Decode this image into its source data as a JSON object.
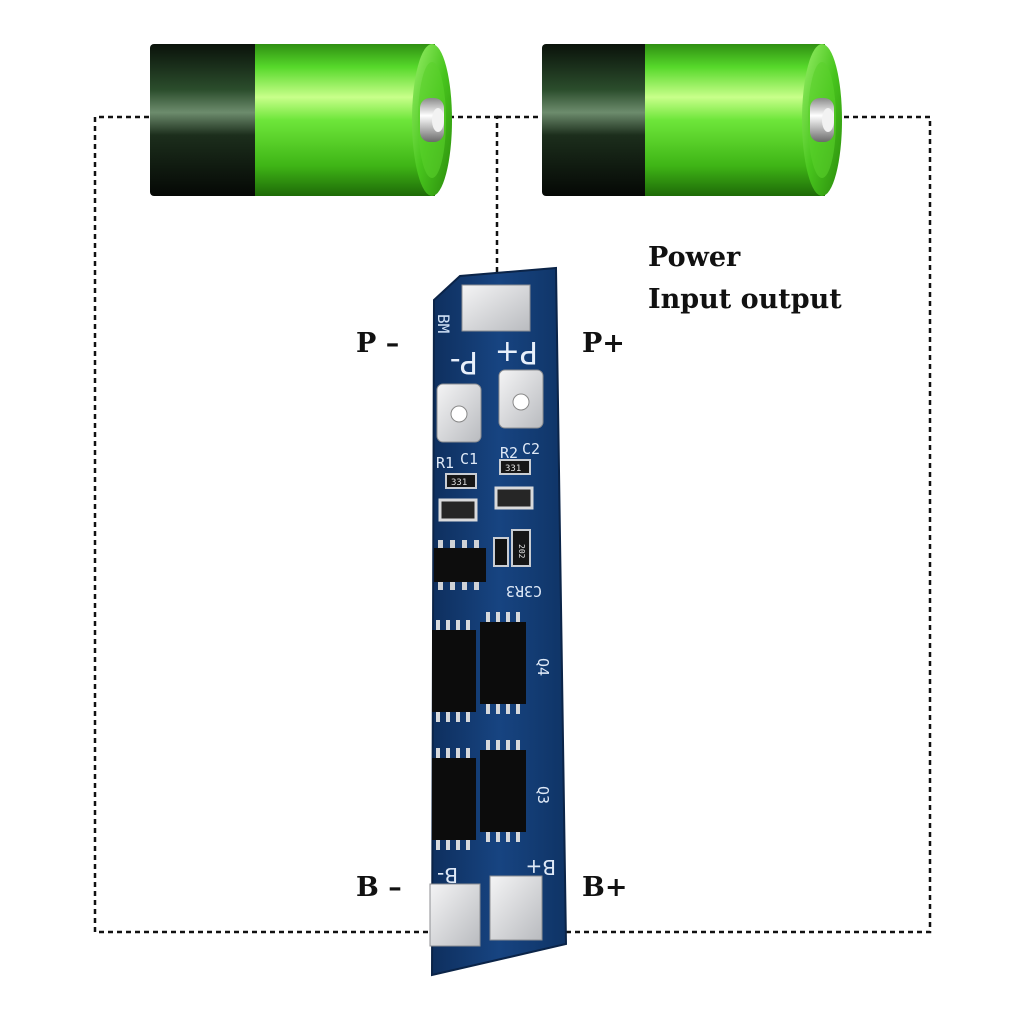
{
  "caption": {
    "line1": "Power",
    "line2": "Input output"
  },
  "terminals": {
    "p_minus": "P –",
    "p_plus": "P+",
    "b_minus": "B –",
    "b_plus": "B+"
  },
  "silkscreen": {
    "pad_minus": "P-",
    "pad_plus": "P+",
    "b_minus": "B-",
    "b_plus": "B+",
    "top_mark": "BM",
    "r1": "R1",
    "c1": "C1",
    "r2": "R2",
    "c2": "C2",
    "c3r3": "C3R3",
    "q4": "Q4",
    "q3": "Q3",
    "res_331_a": "331",
    "res_331_b": "331",
    "res_202": "202"
  },
  "colors": {
    "battery_green": "#4fd62a",
    "battery_dark": "#0d1f0e",
    "pcb_blue": "#123a73",
    "wire": "#111111",
    "pad_silver": "#d9dadc"
  }
}
